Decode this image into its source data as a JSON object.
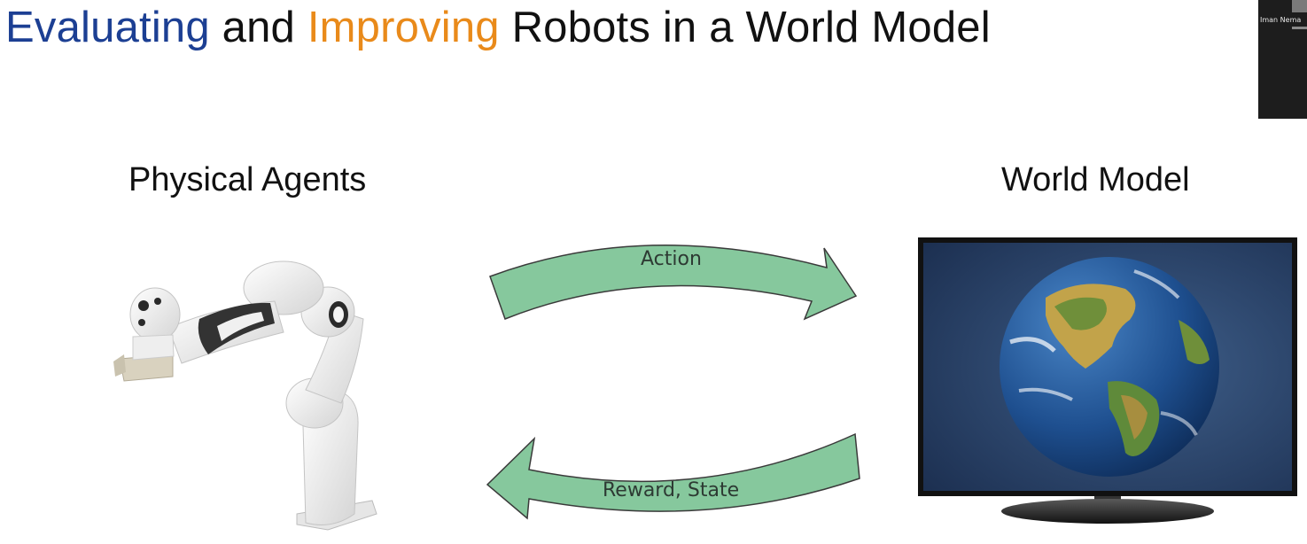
{
  "title": {
    "word1": "Evaluating",
    "word2": " and ",
    "word3": "Improving",
    "word4": " Robots in a World Model",
    "colors": {
      "word1": "#1c3f93",
      "word3": "#e98a1a",
      "rest": "#111111"
    }
  },
  "participant": {
    "name": "Iman Nema"
  },
  "left_label": "Physical Agents",
  "right_label": "World Model",
  "arrows": {
    "top": {
      "label": "Action",
      "color": "#7fc79a"
    },
    "bottom": {
      "label": "Reward, State",
      "color": "#7fc79a"
    }
  },
  "icons": {
    "robot": "robot-arm-icon",
    "tv": "tv-globe-icon"
  }
}
